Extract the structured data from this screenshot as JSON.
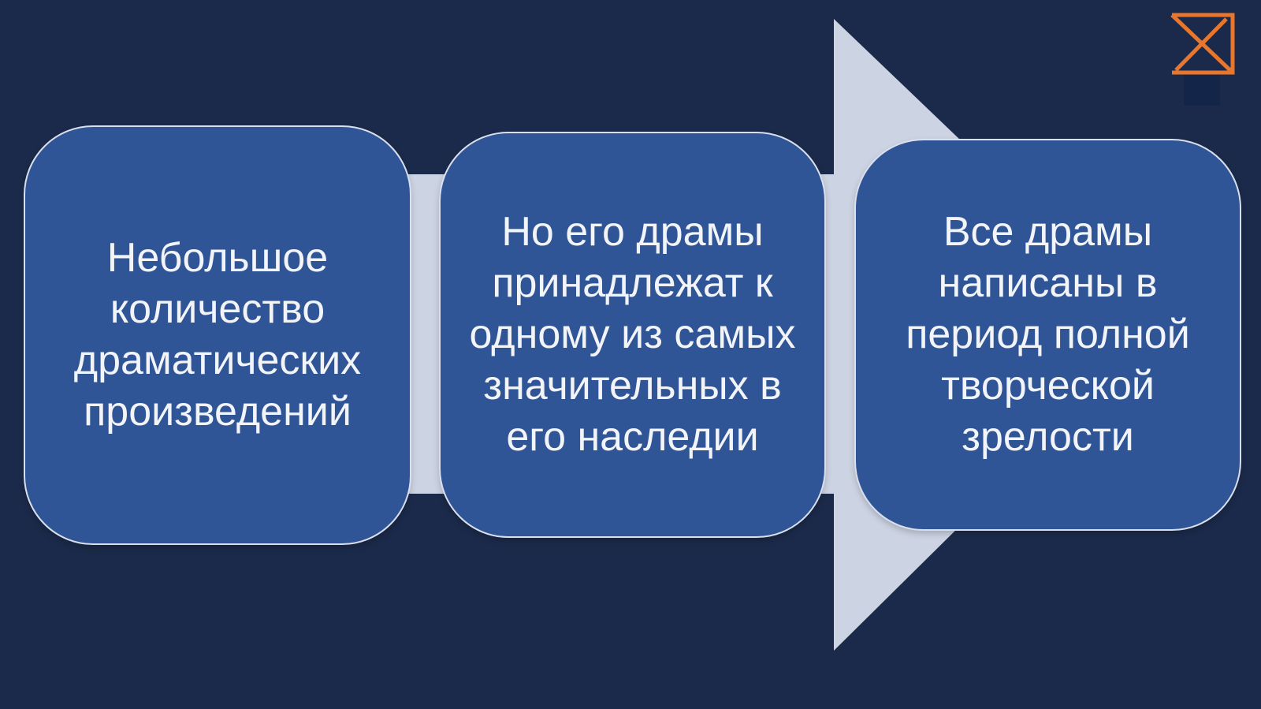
{
  "slide": {
    "background_color": "#1b2a4a",
    "arrow_color": "#ccd3e2",
    "box_fill_color": "#2f5597",
    "box_border_color": "#d9dfec",
    "text_color": "#f2f4f8"
  },
  "process_steps": [
    {
      "text": "Небольшое количество драматических произведений"
    },
    {
      "text": "Но его драмы принадлежат к одному из самых значительных в его наследии"
    },
    {
      "text": "Все драмы написаны в период полной творческой зрелости"
    }
  ],
  "logo": {
    "icon": "crossed-square-logo-icon",
    "stroke_color": "#e8762c",
    "tab_color": "#132548"
  }
}
